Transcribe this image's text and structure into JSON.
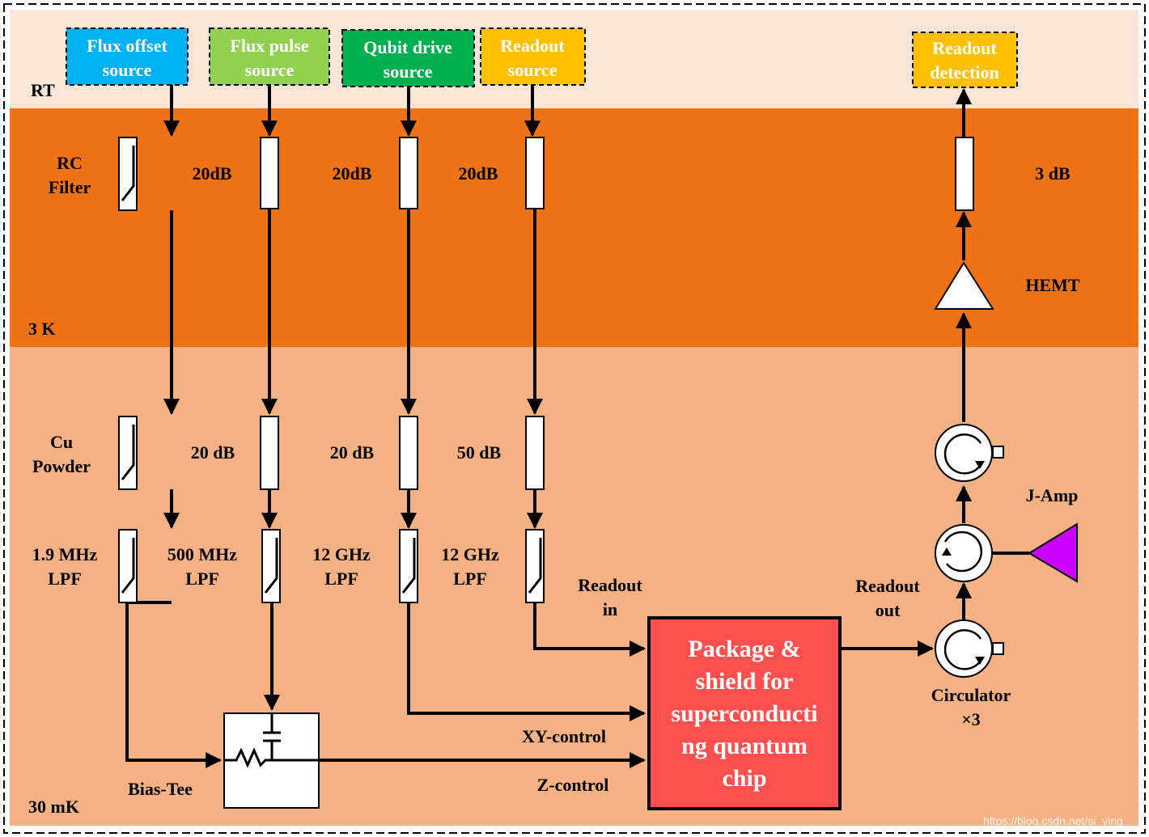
{
  "zones": {
    "rt": "RT",
    "k3": "3 K",
    "mk30": "30 mK"
  },
  "sources": {
    "flux_offset": [
      "Flux offset",
      "source"
    ],
    "flux_pulse": [
      "Flux pulse",
      "source"
    ],
    "qubit_drive": [
      "Qubit drive",
      "source"
    ],
    "readout": [
      "Readout",
      "source"
    ],
    "readout_detection": [
      "Readout",
      "detection"
    ]
  },
  "k3_labels": {
    "rc_filter": [
      "RC",
      "Filter"
    ],
    "att_flux_pulse": "20dB",
    "att_qubit_drive": "20dB",
    "att_readout": "20dB",
    "att_out": "3 dB",
    "hemt": "HEMT"
  },
  "mk_labels": {
    "cu_powder": [
      "Cu",
      "Powder"
    ],
    "att_flux_pulse": "20 dB",
    "att_qubit_drive": "20 dB",
    "att_readout": "50 dB",
    "lpf_flux_offset": [
      "1.9 MHz",
      "LPF"
    ],
    "lpf_flux_pulse": [
      "500 MHz",
      "LPF"
    ],
    "lpf_qubit_drive": [
      "12 GHz",
      "LPF"
    ],
    "lpf_readout": [
      "12 GHz",
      "LPF"
    ],
    "readout_in": [
      "Readout",
      "in"
    ],
    "readout_out": [
      "Readout",
      "out"
    ],
    "j_amp": "J-Amp",
    "circulator": [
      "Circulator",
      "×3"
    ],
    "xy_control": "XY-control",
    "z_control": "Z-control",
    "bias_tee": "Bias-Tee"
  },
  "chip": [
    "Package &",
    "shield for",
    "superconducti",
    "ng quantum",
    "chip"
  ],
  "watermark": "https://blog.csdn.net/si_ying",
  "colors": {
    "rt_band": "#fbe5d6",
    "k3_band": "#ef7215",
    "mk_band": "#f4b183",
    "flux_offset": "#00b0f0",
    "flux_pulse": "#92d050",
    "qubit_drive": "#00b050",
    "readout": "#ffc000",
    "chip": "#ff5050",
    "j_amp_pump": "#cc00ff"
  }
}
